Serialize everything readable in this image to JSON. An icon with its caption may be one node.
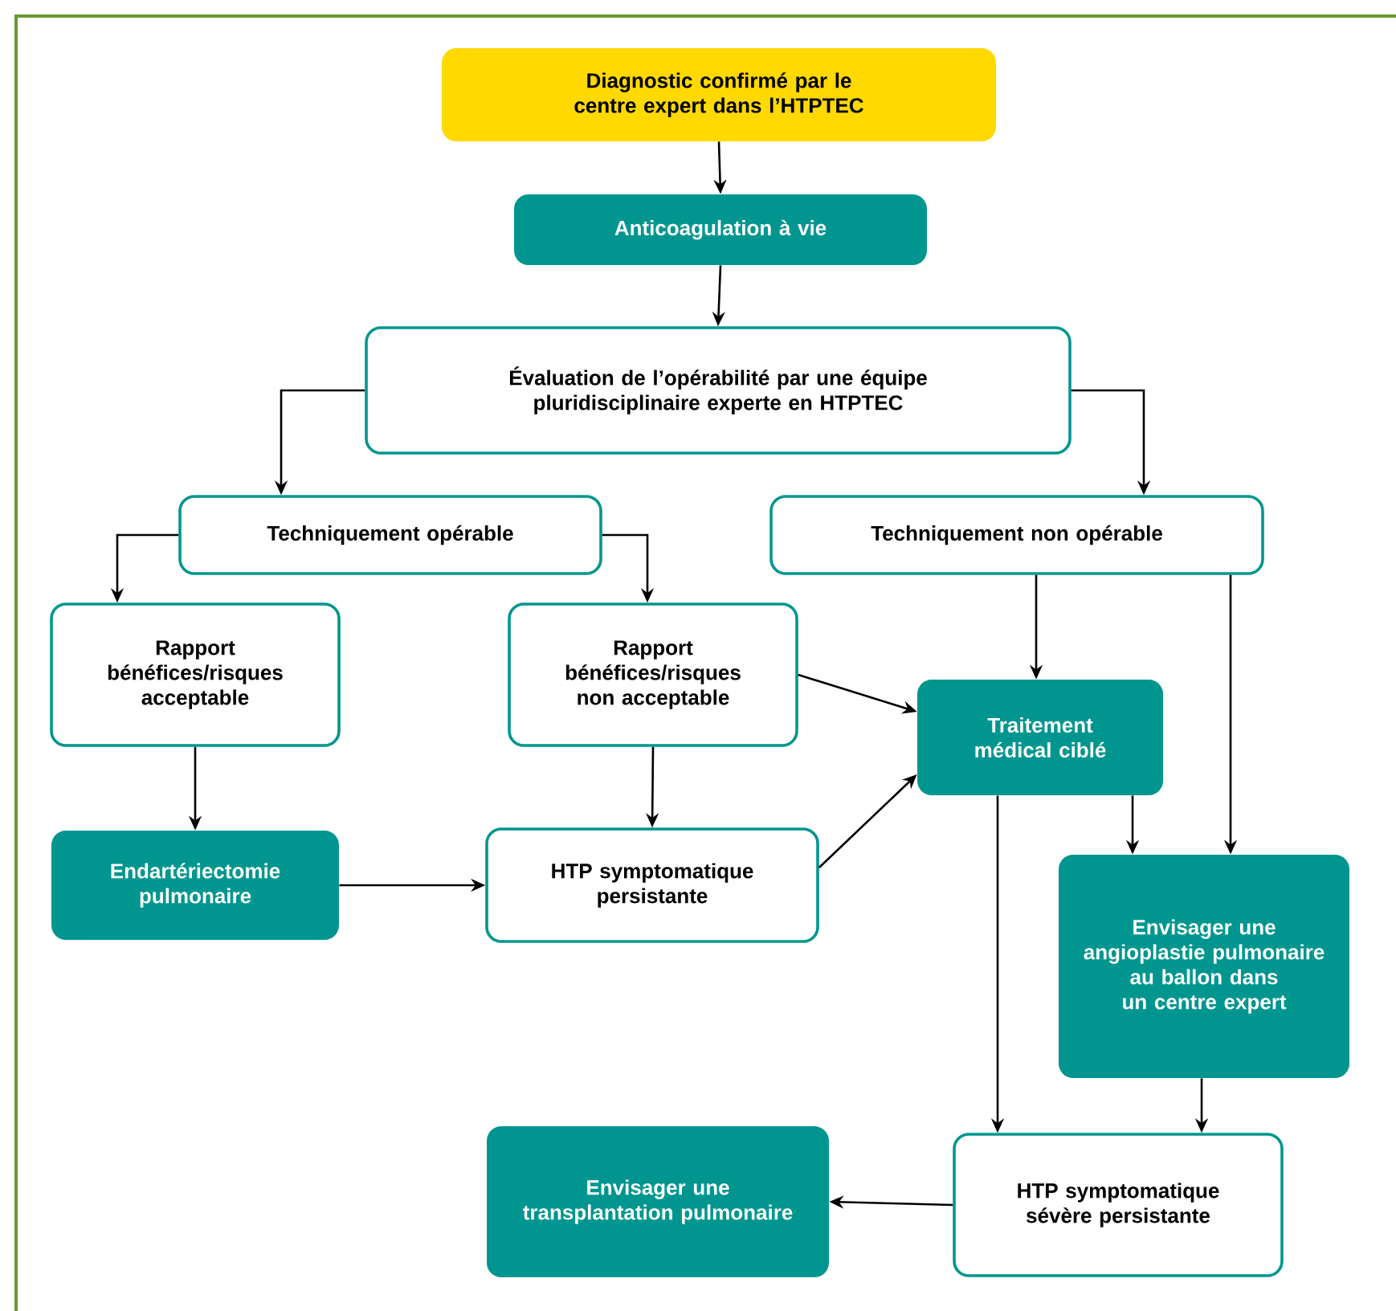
{
  "diagram": {
    "nodes": [
      {
        "text": [
          "Diagnostic confirmé par le centre expert dans l’HTPTEC"
        ]
      },
      {
        "text": [
          "Anticoagulation à vie"
        ]
      },
      {
        "text": [
          "Évaluation de l’opérabilité par une équipe pluridisciplinaire experte en HTPTEC"
        ]
      },
      {
        "text": [
          "Techniquement opérable"
        ]
      },
      {
        "text": [
          "Techniquement non opérable"
        ]
      },
      {
        "text": [
          "Rapport bénéfices/risques acceptable"
        ]
      },
      {
        "text": [
          "Rapport bénéfices/risques non acceptable"
        ]
      },
      {
        "text": [
          "Traitement médical ciblé"
        ]
      },
      {
        "text": [
          "Endartériectomie pulmonaire"
        ]
      },
      {
        "text": [
          "HTP symptomatique persistante"
        ]
      },
      {
        "text": [
          "Envisager une angioplastie pulmonaire au ballon dans un centre expert"
        ]
      },
      {
        "text": [
          "Envisager une transplantation pulmonaire"
        ]
      },
      {
        "text": [
          "HTP symptomatique sévère persistante"
        ]
      }
    ],
    "edges": [
      {
        "from": 0,
        "to": 1,
        "arrow": "to"
      },
      {
        "from": 1,
        "to": 2,
        "arrow": "to"
      },
      {
        "from": 2,
        "to": 3,
        "arrow": "to"
      },
      {
        "from": 2,
        "to": 4,
        "arrow": "to"
      },
      {
        "from": 3,
        "to": 5,
        "arrow": "to"
      },
      {
        "from": 3,
        "to": 6,
        "arrow": "to"
      },
      {
        "from": 4,
        "to": 7,
        "arrow": "to"
      },
      {
        "from": 4,
        "to": 10,
        "arrow": "to"
      },
      {
        "from": 5,
        "to": 8,
        "arrow": "to"
      },
      {
        "from": 6,
        "to": 9,
        "arrow": "to"
      },
      {
        "from": 6,
        "to": 7,
        "arrow": "to"
      },
      {
        "from": 8,
        "to": 9,
        "arrow": "to"
      },
      {
        "from": 9,
        "to": 7,
        "arrow": "to"
      },
      {
        "from": 7,
        "to": 10,
        "arrow": "to"
      },
      {
        "from": 7,
        "to": 12,
        "arrow": "to"
      },
      {
        "from": 10,
        "to": 12,
        "arrow": "to"
      },
      {
        "from": 12,
        "to": 11,
        "arrow": "to"
      }
    ]
  }
}
